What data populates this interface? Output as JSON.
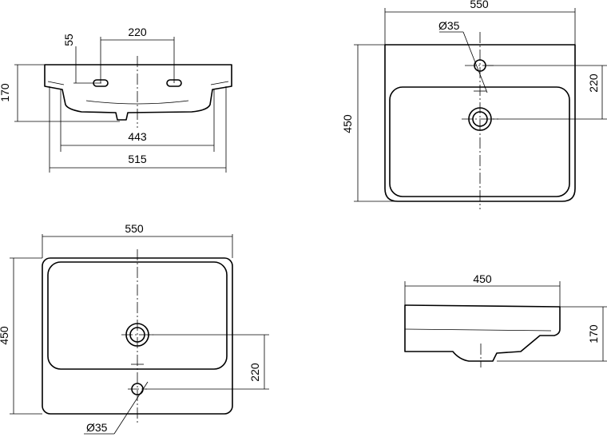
{
  "dimensions": {
    "front_view": {
      "hole_offset": "55",
      "hole_spacing": "220",
      "height": "170",
      "inner_width": "443",
      "overall_width": "515"
    },
    "top_view_upper": {
      "width": "550",
      "depth": "450",
      "tap_hole": "Ø35",
      "tap_hole_to_drain": "220"
    },
    "top_view_lower": {
      "width": "550",
      "depth": "450",
      "tap_hole": "Ø35",
      "tap_hole_to_drain": "220"
    },
    "side_view": {
      "depth": "450",
      "height": "170"
    }
  }
}
